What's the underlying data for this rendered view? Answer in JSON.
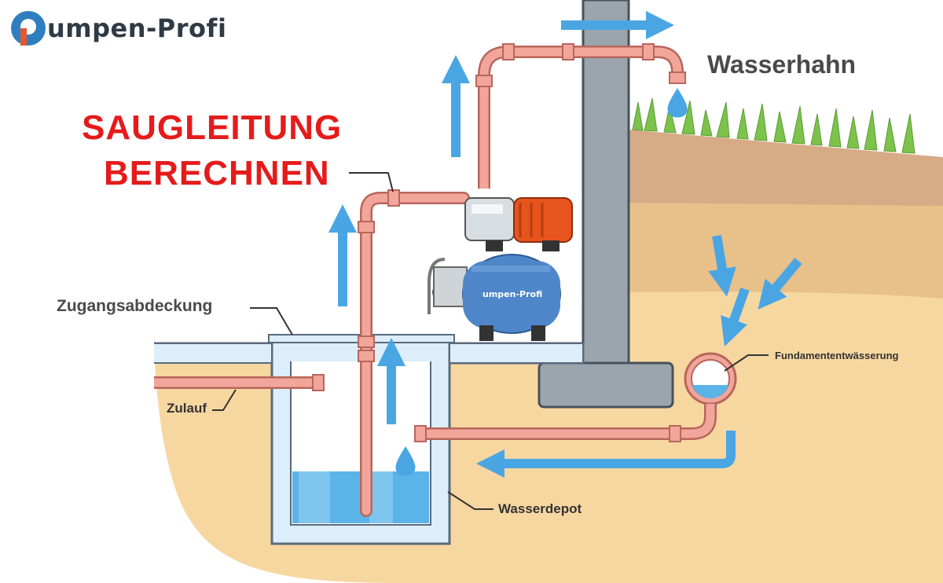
{
  "logo": {
    "text": "umpen-Profi"
  },
  "title": {
    "line1": "SAUGLEITUNG",
    "line2": "BERECHNEN"
  },
  "labels": {
    "faucet": "Wasserhahn",
    "access_cover": "Zugangsabdeckung",
    "inlet": "Zulauf",
    "drainage": "Fundamententwässerung",
    "reservoir": "Wasserdepot"
  },
  "tank_brand": "umpen-Profi",
  "colors": {
    "pipe": "#f2a69b",
    "pipe_stroke": "#b8665b",
    "arrow": "#4aa6e3",
    "wall": "#8f9aa3",
    "soil": "#f7d7a0",
    "title": "#e51b1b",
    "tank": "#4f86c9",
    "motor": "#e8541e"
  },
  "icons": [
    "logo-mark-icon",
    "water-drop-icon",
    "grass-icon",
    "arrow-icon"
  ]
}
